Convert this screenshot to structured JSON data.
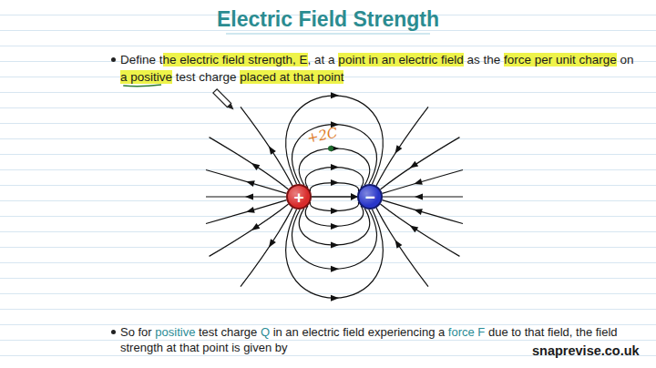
{
  "diagram": {
    "title": "Electric Field Strength",
    "nodes": [
      {
        "text": [
          "+"
        ]
      },
      {
        "text": [
          "−"
        ]
      }
    ],
    "edges": [
      {
        "from": 0,
        "to": 1,
        "arrow": "to"
      }
    ],
    "labels": [
      "Define the electric field strength, E, at a point in an electric field as the force per unit charge on a positive test charge placed at that point",
      "+2C",
      "So for positive test charge Q in an electric field experiencing a force F due to that field, the field strength at that point is given by",
      "snaprevise.co.uk"
    ]
  }
}
